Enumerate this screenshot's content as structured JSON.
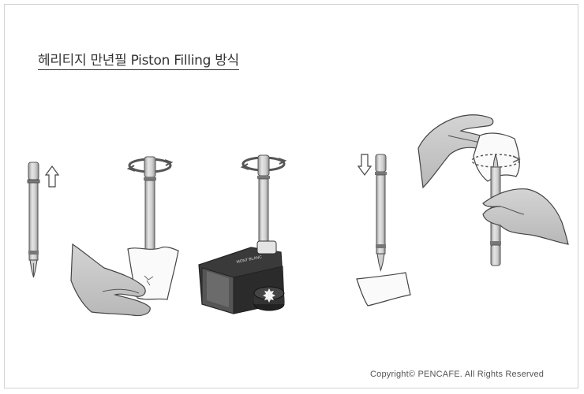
{
  "page": {
    "title": "헤리티지 만년필 Piston Filling 방식",
    "copyright": "Copyright© PENCAFE. All Rights Reserved"
  },
  "steps": [
    {
      "id": "step-1",
      "icon": "pen-with-up-arrow-icon"
    },
    {
      "id": "step-2",
      "icon": "pen-with-rotate-knob-and-tissue-icon"
    },
    {
      "id": "step-3",
      "icon": "pen-in-ink-bottle-icon"
    },
    {
      "id": "step-4",
      "icon": "pen-with-down-arrow-and-tissue-icon"
    },
    {
      "id": "step-5",
      "icon": "hands-wiping-pen-icon"
    }
  ],
  "ink_bottle_label": "MONT BLANC"
}
